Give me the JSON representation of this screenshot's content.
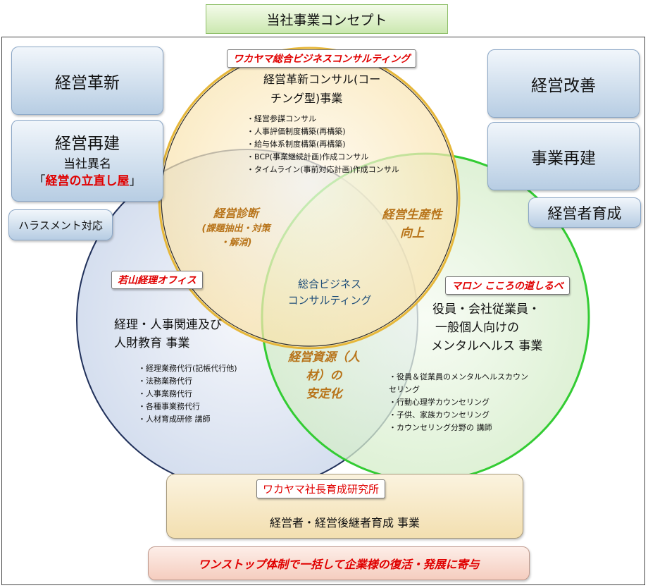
{
  "title": "当社事業コンセプト",
  "side_boxes": {
    "reform": "経営革新",
    "rebuild": "経営再建",
    "rebuild_alias_prefix": "当社異名",
    "rebuild_alias_open": "「",
    "rebuild_alias": "経営の立直し屋",
    "rebuild_alias_close": "」",
    "harassment": "ハラスメント対応",
    "improvement": "経営改善",
    "business_rebuild": "事業再建",
    "manager_training": "経営者育成"
  },
  "top_circle": {
    "org": "ワカヤマ総合ビジネスコンサルティング",
    "heading_1": "経営革新コンサル(コー",
    "heading_2": "チング型)事業",
    "items": [
      "・経営参謀コンサル",
      "・人事評価制度構築(再構築)",
      "・給与体系制度構築(再構築)",
      "・BCP(事業継続計画)作成コンサル",
      "・タイムライン(事前対応計画)作成コンサル"
    ]
  },
  "left_circle": {
    "org": "若山経理オフィス",
    "heading_1": "経理・人事関連及び",
    "heading_2": "人財教育 事業",
    "items": [
      "・経理業務代行(記帳代行他)",
      "・法務業務代行",
      "・人事業務代行",
      "・各種事業務代行",
      "・人材育成研修 講師"
    ]
  },
  "right_circle": {
    "org": "マロン こころの道しるべ",
    "heading_1": "役員・会社従業員・",
    "heading_2": "一般個人向けの",
    "heading_3": "メンタルヘルス 事業",
    "items": [
      "・役員＆従業員のメンタルヘルスカウン",
      "セリング",
      "・行動心理学カウンセリング",
      "・子供、家族カウンセリング",
      "・カウンセリング分野の 講師"
    ]
  },
  "overlaps": {
    "top_left_1": "経営診断",
    "top_left_2": "(課題抽出・対策",
    "top_left_3": "・解消)",
    "top_right_1": "経営生産性",
    "top_right_2": "向上",
    "left_right_1": "経営資源（人",
    "left_right_2": "材）の",
    "left_right_3": "安定化",
    "center_1": "総合ビジネス",
    "center_2": "コンサルティング"
  },
  "bottom": {
    "org": "ワカヤマ社長育成研究所",
    "business": "経営者・経営後継者育成 事業"
  },
  "slogan": "ワンストップ体制で一括して企業様の復活・発展に寄与",
  "colors": {
    "top_circle_fill": "#fbe8b8",
    "left_circle_fill": "#dfe6f2",
    "right_circle_fill": "#e4f3dc",
    "label_red": "#e00000",
    "overlap_orange": "#b8741a",
    "center_blue": "#1f4e79"
  }
}
